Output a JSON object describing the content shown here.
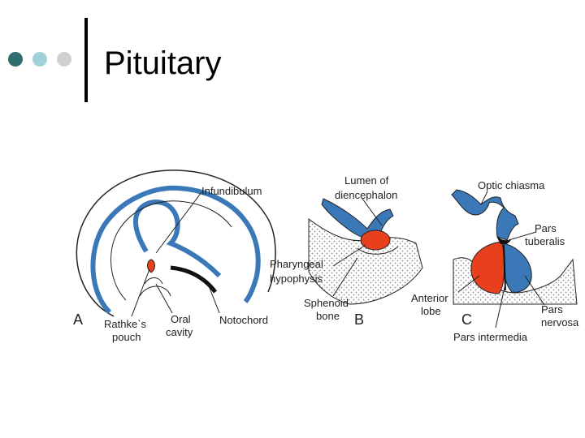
{
  "slide": {
    "title": "Pituitary",
    "bullet_colors": [
      "#2f6e6e",
      "#9fd3d9",
      "#cfcfcf"
    ]
  },
  "figure": {
    "panel_labels": [
      "A",
      "B",
      "C"
    ],
    "panel_a": {
      "labels": [
        "Infundibulum",
        "Rathke`s",
        "pouch",
        "Oral",
        "cavity",
        "Notochord"
      ]
    },
    "panel_b": {
      "labels": [
        "Lumen of",
        "diencephalon",
        "Pharyngeal",
        "hypophysis",
        "Sphenoid",
        "bone"
      ]
    },
    "panel_c": {
      "labels": [
        "Optic chiasma",
        "Pars",
        "tuberalis",
        "Anterior",
        "lobe",
        "Pars",
        "nervosa",
        "Pars intermedia"
      ]
    },
    "colors": {
      "neural": "#3a78b8",
      "pouch": "#e8401c",
      "outline": "#222222",
      "bone_dots": "#8a8a8a"
    }
  }
}
